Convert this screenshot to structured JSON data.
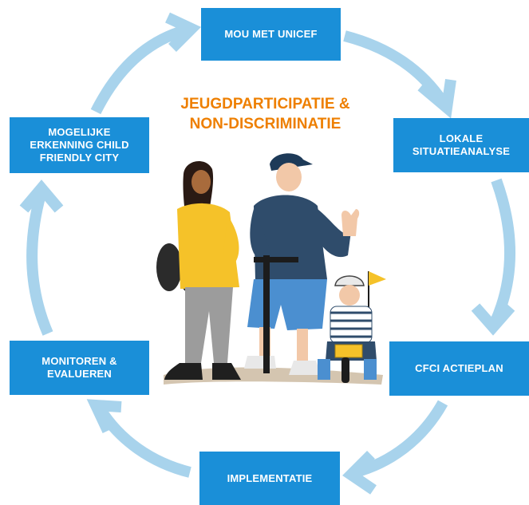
{
  "center_title": "JEUGDPARTICIPATIE &\nNON-DISCRIMINATIE",
  "steps": [
    {
      "id": "mou",
      "label": "MOU MET UNICEF"
    },
    {
      "id": "lokale",
      "label": "LOKALE\nSITUATIEANALYSE"
    },
    {
      "id": "cfci",
      "label": "CFCI ACTIEPLAN"
    },
    {
      "id": "impl",
      "label": "IMPLEMENTATIE"
    },
    {
      "id": "monitoren",
      "label": "MONITOREN &\nEVALUEREN"
    },
    {
      "id": "erkenning",
      "label": "MOGELIJKE\nERKENNING CHILD\nFRIENDLY CITY"
    }
  ],
  "colors": {
    "box": "#1a8fd8",
    "box_text": "#ffffff",
    "arrow": "#a8d3ec",
    "title": "#ee7f00",
    "ground": "#c9b79c"
  },
  "illustration": {
    "figures": [
      "girl-yellow-sweater",
      "man-blue-hoodie-cap",
      "child-helmet-striped-shirt"
    ],
    "objects": [
      "scooter-stick",
      "yellow-flag",
      "basket-bike"
    ]
  }
}
